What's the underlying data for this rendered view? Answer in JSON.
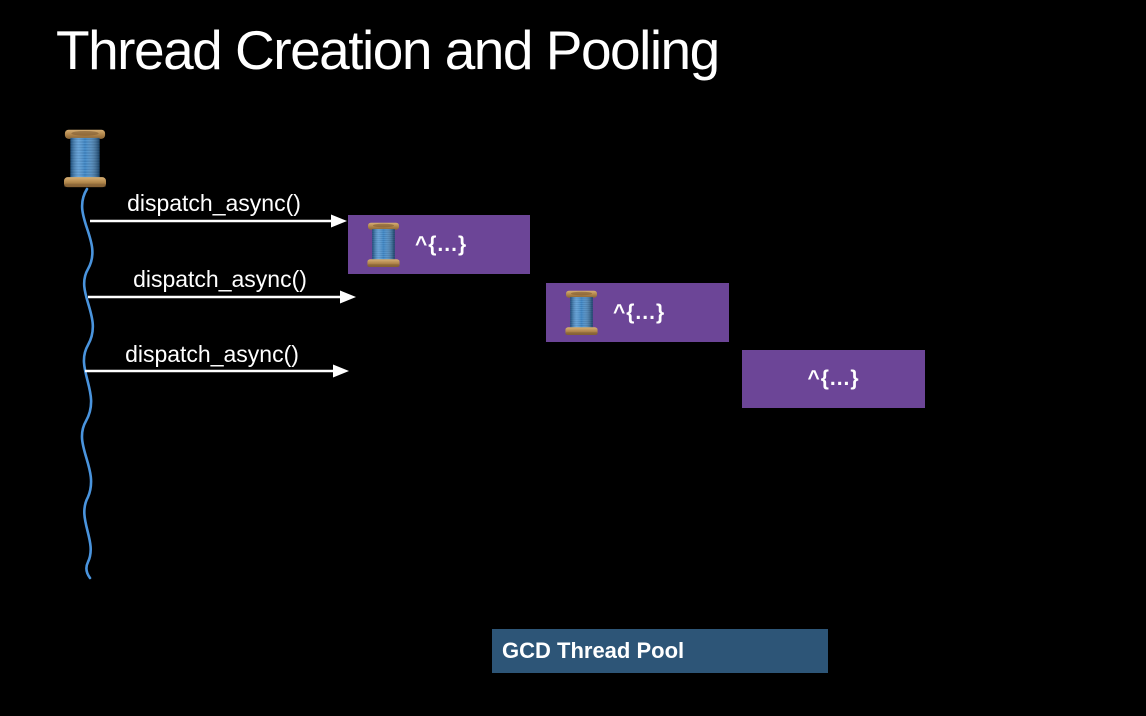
{
  "slide": {
    "title": "Thread Creation and Pooling"
  },
  "main_thread": {
    "icon": "thread-spool-icon"
  },
  "dispatch_calls": [
    {
      "label": "dispatch_async()"
    },
    {
      "label": "dispatch_async()"
    },
    {
      "label": "dispatch_async()"
    }
  ],
  "blocks": [
    {
      "label": "^{...}",
      "has_spool_icon": true
    },
    {
      "label": "^{...}",
      "has_spool_icon": true
    },
    {
      "label": "^{...}",
      "has_spool_icon": false
    }
  ],
  "thread_pool": {
    "label": "GCD Thread Pool"
  },
  "colors": {
    "background": "#000000",
    "block_purple": "#6c4597",
    "pool_blue": "#2d5577",
    "thread_blue": "#4a94dd",
    "spool_cap_tan": "#b3884d",
    "spool_body_blue": "#4a90cc",
    "text_white": "#ffffff"
  }
}
